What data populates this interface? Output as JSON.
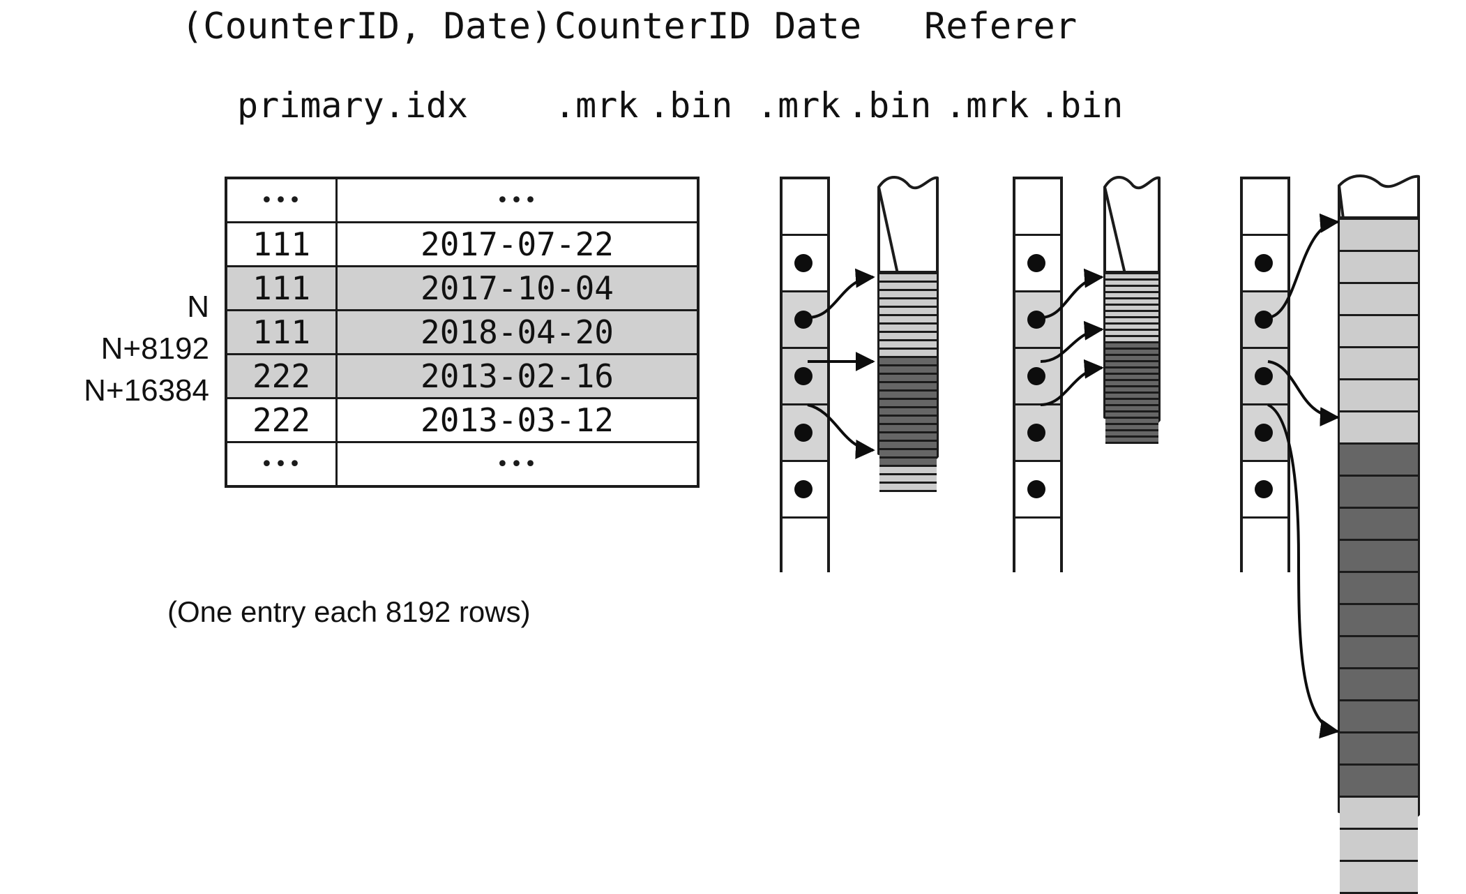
{
  "headers": {
    "primary_key": "(CounterID, Date)",
    "col_counterid": "CounterID",
    "col_date": "Date",
    "col_referer": "Referer"
  },
  "subheaders": {
    "primary_idx": "primary.idx",
    "counterid_mrk": ".mrk",
    "counterid_bin": ".bin",
    "date_mrk": ".mrk",
    "date_bin": ".bin",
    "referer_mrk": ".mrk",
    "referer_bin": ".bin"
  },
  "caption": "(One entry each 8192 rows)",
  "granule_labels": [
    "N",
    "N+8192",
    "N+16384"
  ],
  "index_table": {
    "columns": [
      "CounterID",
      "Date"
    ],
    "ellipsis": "•••",
    "rows": [
      {
        "counterid": "•••",
        "date": "•••",
        "highlight": false,
        "ellipsis": true
      },
      {
        "counterid": "111",
        "date": "2017-07-22",
        "highlight": false,
        "ellipsis": false
      },
      {
        "counterid": "111",
        "date": "2017-10-04",
        "highlight": true,
        "ellipsis": false
      },
      {
        "counterid": "111",
        "date": "2018-04-20",
        "highlight": true,
        "ellipsis": false
      },
      {
        "counterid": "222",
        "date": "2013-02-16",
        "highlight": true,
        "ellipsis": false
      },
      {
        "counterid": "222",
        "date": "2013-03-12",
        "highlight": false,
        "ellipsis": false
      },
      {
        "counterid": "•••",
        "date": "•••",
        "highlight": false,
        "ellipsis": true
      }
    ]
  },
  "mark_columns": [
    {
      "name": "counterid-mrk",
      "cells": [
        {
          "dot": false,
          "highlight": false
        },
        {
          "dot": true,
          "highlight": false
        },
        {
          "dot": true,
          "highlight": true
        },
        {
          "dot": true,
          "highlight": true
        },
        {
          "dot": true,
          "highlight": true
        },
        {
          "dot": true,
          "highlight": false
        },
        {
          "dot": false,
          "highlight": false
        }
      ]
    },
    {
      "name": "date-mrk",
      "cells": [
        {
          "dot": false,
          "highlight": false
        },
        {
          "dot": true,
          "highlight": false
        },
        {
          "dot": true,
          "highlight": true
        },
        {
          "dot": true,
          "highlight": true
        },
        {
          "dot": true,
          "highlight": true
        },
        {
          "dot": true,
          "highlight": false
        },
        {
          "dot": false,
          "highlight": false
        }
      ]
    },
    {
      "name": "referer-mrk",
      "cells": [
        {
          "dot": false,
          "highlight": false
        },
        {
          "dot": true,
          "highlight": false
        },
        {
          "dot": true,
          "highlight": true
        },
        {
          "dot": true,
          "highlight": true
        },
        {
          "dot": true,
          "highlight": true
        },
        {
          "dot": true,
          "highlight": false
        },
        {
          "dot": false,
          "highlight": false
        }
      ]
    }
  ],
  "bin_columns": [
    {
      "name": "counterid-bin",
      "stripe_height": 12,
      "sections": [
        {
          "shade": "light",
          "count": 10
        },
        {
          "shade": "dark",
          "count": 13
        },
        {
          "shade": "light",
          "count": 3
        }
      ]
    },
    {
      "name": "date-bin",
      "stripe_height": 9,
      "sections": [
        {
          "shade": "light",
          "count": 11
        },
        {
          "shade": "dark",
          "count": 16
        }
      ]
    },
    {
      "name": "referer-bin",
      "stripe_height": 46,
      "sections": [
        {
          "shade": "light",
          "count": 7
        },
        {
          "shade": "dark",
          "count": 11
        },
        {
          "shade": "light",
          "count": 3
        }
      ]
    }
  ],
  "colors": {
    "stroke": "#1b1b1b",
    "light_gray": "#cccccc",
    "dark_gray": "#666666",
    "row_highlight": "#d0d0d0",
    "background": "#ffffff",
    "dot": "#0d0d0d"
  },
  "arrow_count": {
    "counterid": 3,
    "date": 3,
    "referer": 3
  }
}
